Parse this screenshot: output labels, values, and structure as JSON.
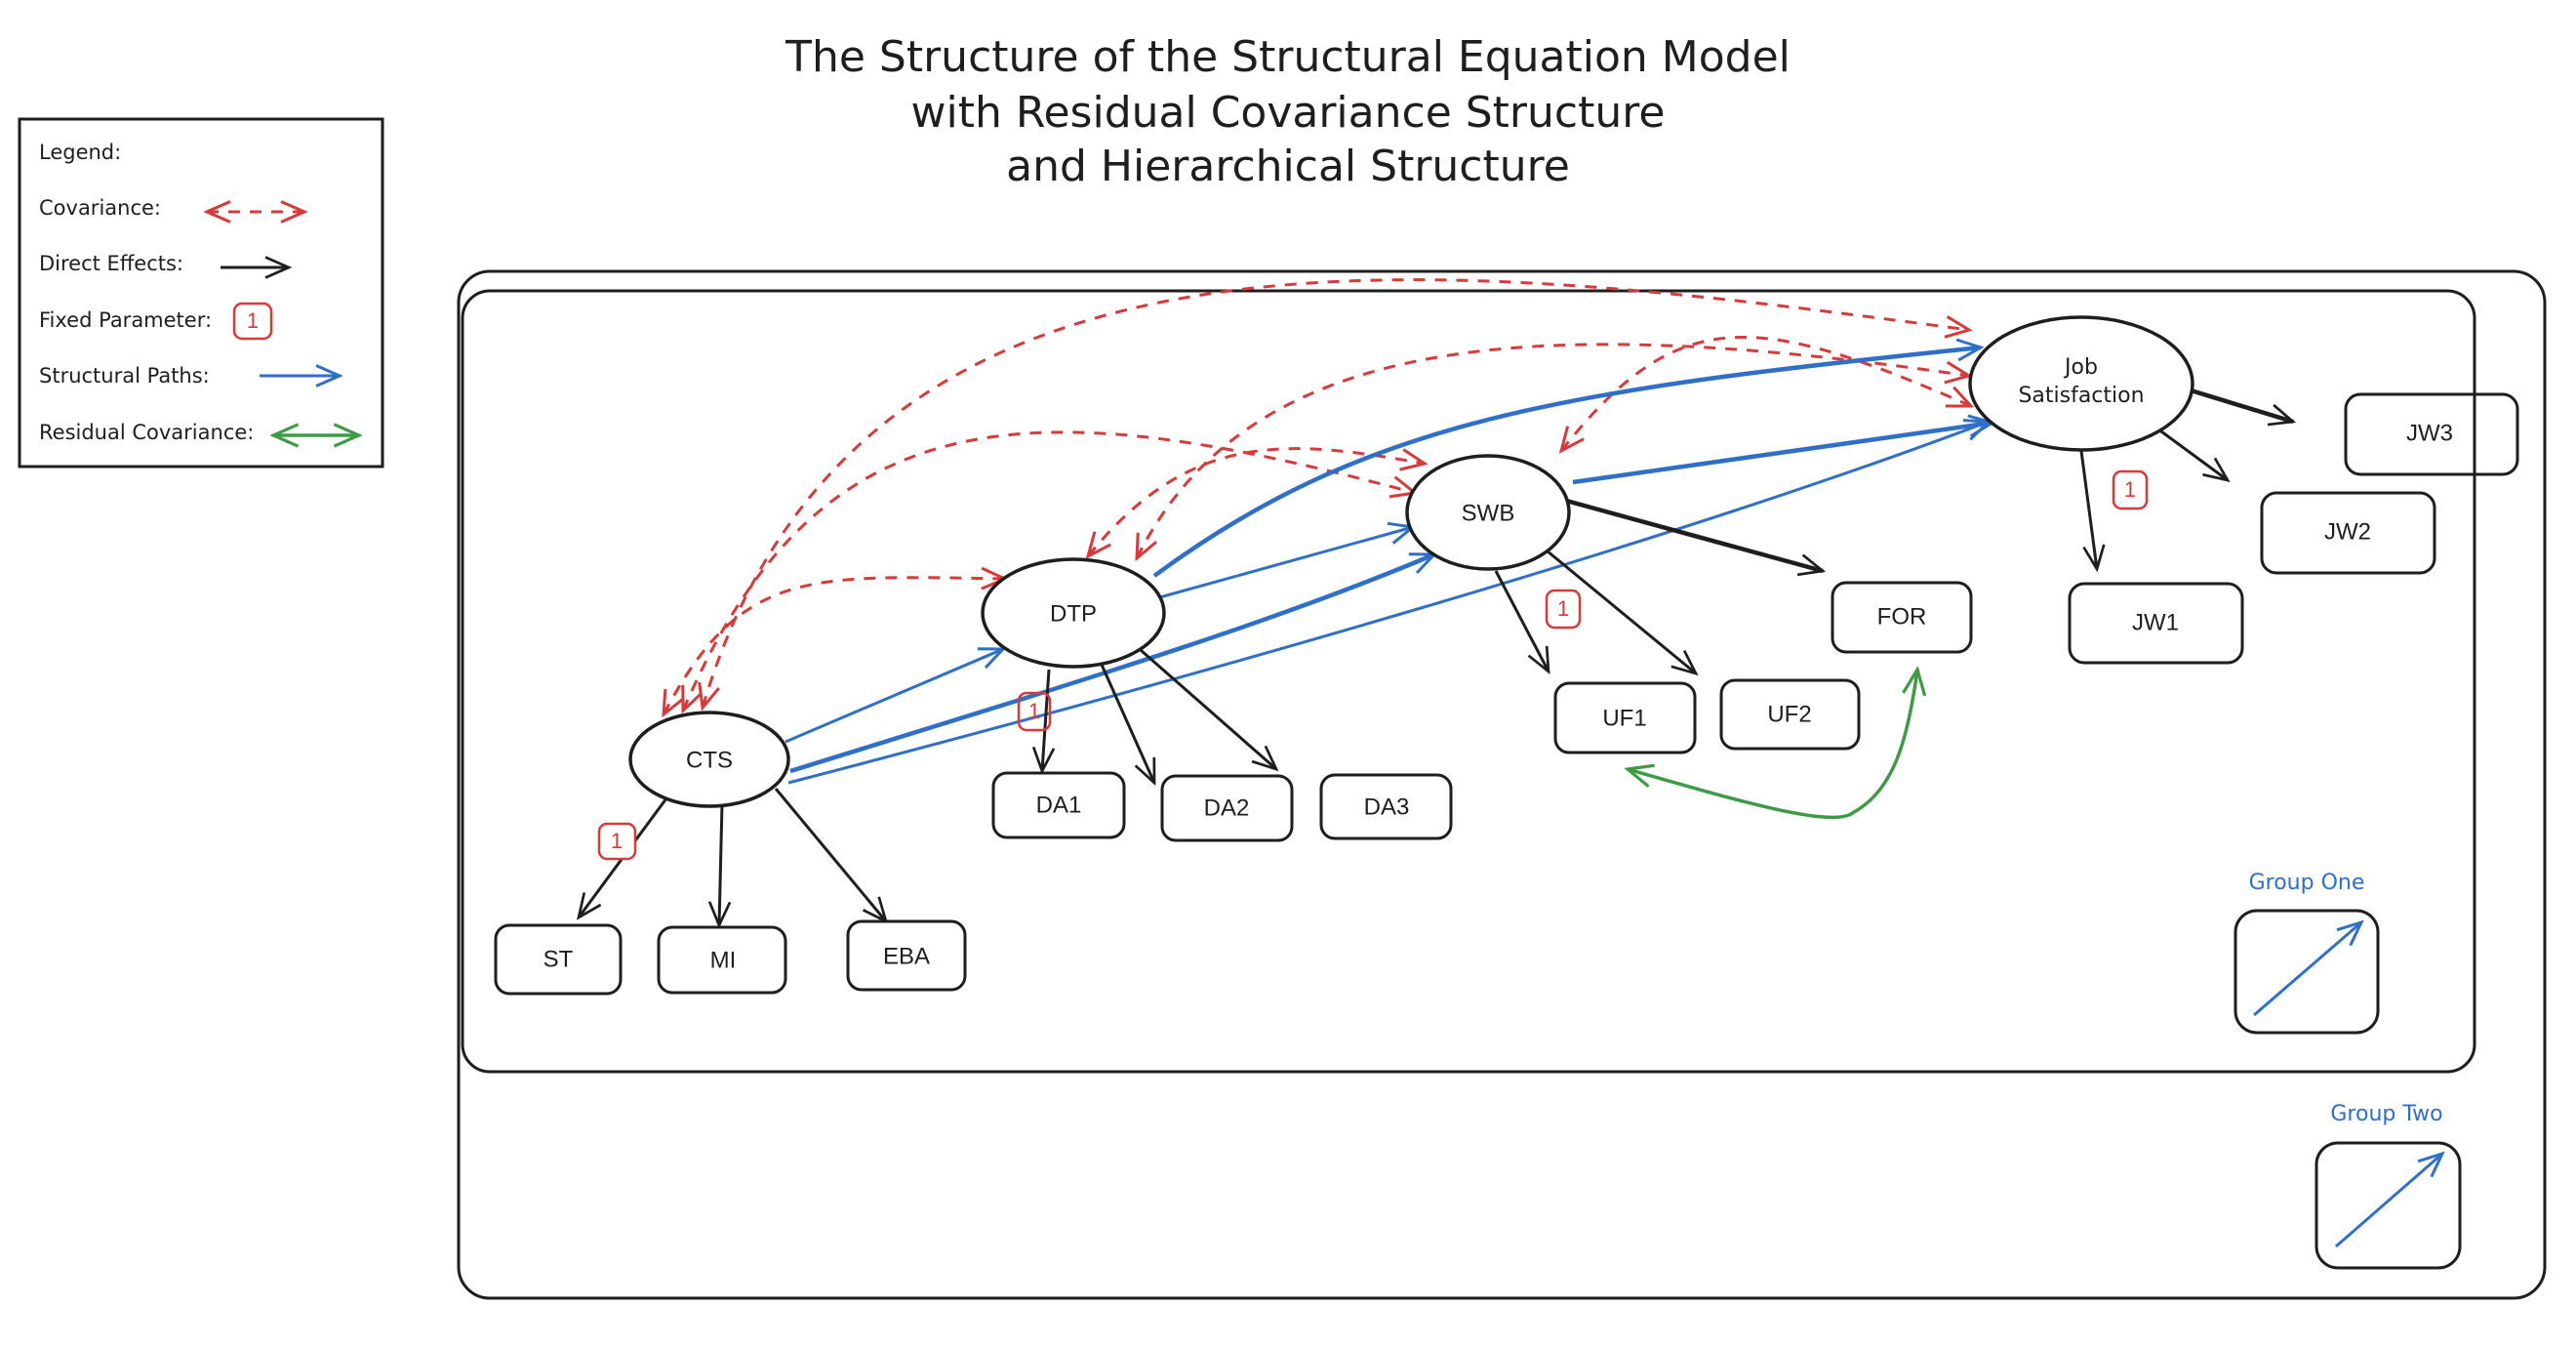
{
  "title": {
    "lines": [
      "The Structure of the Structural Equation Model",
      "with Residual Covariance Structure",
      "and Hierarchical Structure"
    ]
  },
  "legend": {
    "heading": "Legend:",
    "items": [
      {
        "label": "Covariance:",
        "type": "covariance",
        "color": "#d63a3a"
      },
      {
        "label": "Direct Effects:",
        "type": "direct",
        "color": "#1e1e1e"
      },
      {
        "label": "Fixed Parameter:",
        "type": "fixed",
        "color": "#d63a3a",
        "value": "1"
      },
      {
        "label": "Structural Paths:",
        "type": "structural",
        "color": "#2f6fc8"
      },
      {
        "label": "Residual Covariance:",
        "type": "residual",
        "color": "#3f9a46"
      }
    ]
  },
  "colors": {
    "covariance": "#d63a3a",
    "direct": "#1e1e1e",
    "structural": "#2f6fc8",
    "residual": "#3f9a46",
    "fixed": "#d63a3a"
  },
  "latent_variables": [
    {
      "id": "CTS",
      "label": "CTS"
    },
    {
      "id": "DTP",
      "label": "DTP"
    },
    {
      "id": "SWB",
      "label": "SWB"
    },
    {
      "id": "JS",
      "label_lines": [
        "Job",
        "Satisfaction"
      ]
    }
  ],
  "indicators": [
    {
      "id": "ST",
      "label": "ST",
      "factor": "CTS",
      "fixed": "1"
    },
    {
      "id": "MI",
      "label": "MI",
      "factor": "CTS"
    },
    {
      "id": "EBA",
      "label": "EBA",
      "factor": "CTS"
    },
    {
      "id": "DA1",
      "label": "DA1",
      "factor": "DTP",
      "fixed": "1"
    },
    {
      "id": "DA2",
      "label": "DA2",
      "factor": "DTP"
    },
    {
      "id": "DA3",
      "label": "DA3",
      "factor": "DTP"
    },
    {
      "id": "UF1",
      "label": "UF1",
      "factor": "SWB",
      "fixed": "1"
    },
    {
      "id": "UF2",
      "label": "UF2",
      "factor": "SWB"
    },
    {
      "id": "FOR",
      "label": "FOR",
      "factor": "SWB"
    },
    {
      "id": "JW1",
      "label": "JW1",
      "factor": "JS",
      "fixed": "1"
    },
    {
      "id": "JW2",
      "label": "JW2",
      "factor": "JS"
    },
    {
      "id": "JW3",
      "label": "JW3",
      "factor": "JS"
    }
  ],
  "structural_paths": [
    {
      "from": "CTS",
      "to": "DTP"
    },
    {
      "from": "CTS",
      "to": "SWB"
    },
    {
      "from": "CTS",
      "to": "JS"
    },
    {
      "from": "DTP",
      "to": "SWB"
    },
    {
      "from": "DTP",
      "to": "JS"
    },
    {
      "from": "SWB",
      "to": "JS"
    }
  ],
  "covariances": [
    {
      "from": "CTS",
      "to": "DTP"
    },
    {
      "from": "CTS",
      "to": "SWB"
    },
    {
      "from": "CTS",
      "to": "JS"
    },
    {
      "from": "DTP",
      "to": "SWB"
    },
    {
      "from": "DTP",
      "to": "JS"
    },
    {
      "from": "SWB",
      "to": "JS"
    }
  ],
  "residual_covariances": [
    {
      "from": "UF1",
      "to": "FOR"
    }
  ],
  "groups": [
    {
      "label": "Group One"
    },
    {
      "label": "Group Two"
    }
  ]
}
